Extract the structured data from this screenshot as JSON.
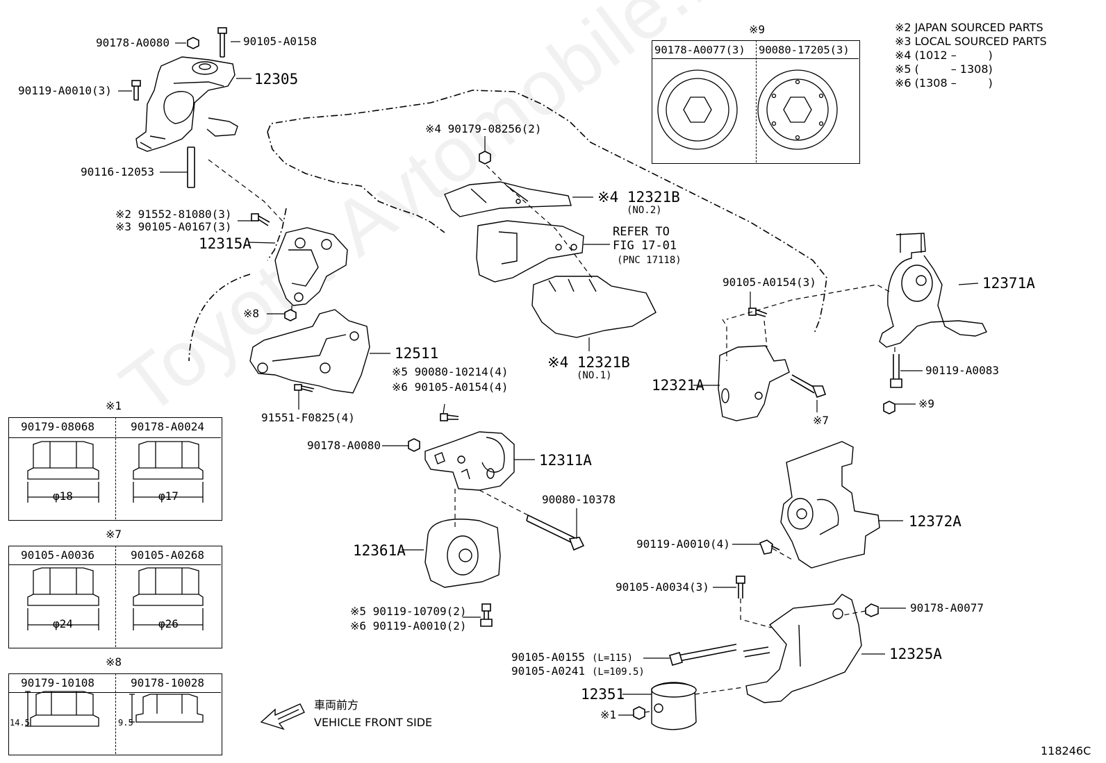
{
  "watermark": "Toyota-Avtomobile.ru",
  "figure_id": "118246C",
  "notes": [
    "※2 JAPAN SOURCED PARTS",
    "※3 LOCAL SOURCED PARTS",
    "※4 (1012 –         )",
    "※5 (         – 1308)",
    "※6 (1308 –         )"
  ],
  "front": {
    "jp": "車両前方",
    "en": "VEHICLE FRONT SIDE"
  },
  "labels": {
    "p90178A0080_top": "90178-A0080",
    "p90105A0158": "90105-A0158",
    "p12305": "12305",
    "p90119A0010_3": "90119-A0010(3)",
    "p90116_12053": "90116-12053",
    "p91552_81080": "※2 91552-81080(3)",
    "p90105A0167": "※3 90105-A0167(3)",
    "p12315A": "12315A",
    "m8": "※8",
    "p12511": "12511",
    "p91551F0825": "91551-F0825(4)",
    "p90179_08256": "※4 90179-08256(2)",
    "p12321B_no2": "※4 12321B",
    "p12321B_no2_sub": "(NO.2)",
    "refer1": "REFER TO",
    "refer2": "FIG 17-01",
    "refer3": "(PNC 17118)",
    "p12321B_no1": "※4 12321B",
    "p12321B_no1_sub": "(NO.1)",
    "p90080_10214": "※5 90080-10214(4)",
    "p90105A0154_4": "※6 90105-A0154(4)",
    "p90178A0080_mid": "90178-A0080",
    "p12311A": "12311A",
    "p90080_10378": "90080-10378",
    "p12361A": "12361A",
    "p90119_10709": "※5 90119-10709(2)",
    "p90119A0010_2": "※6 90119-A0010(2)",
    "p90105A0154_3": "90105-A0154(3)",
    "p12321A": "12321A",
    "m7": "※7",
    "p12371A": "12371A",
    "p90119A0083": "90119-A0083",
    "m9": "※9",
    "p12372A": "12372A",
    "p90119A0010_4": "90119-A0010(4)",
    "p90105A0034": "90105-A0034(3)",
    "p90178A0077": "90178-A0077",
    "p90105A0155": "90105-A0155",
    "p90105A0155_len": "(L=115)",
    "p90105A0241": "90105-A0241",
    "p90105A0241_len": "(L=109.5)",
    "p12325A": "12325A",
    "p12351": "12351",
    "m1": "※1"
  },
  "tables": {
    "t9": {
      "title": "※9",
      "parts": [
        "90178-A0077(3)",
        "90080-17205(3)"
      ]
    },
    "t1": {
      "title": "※1",
      "parts": [
        "90179-08068",
        "90178-A0024"
      ],
      "dims": [
        "φ18",
        "φ17"
      ]
    },
    "t7": {
      "title": "※7",
      "parts": [
        "90105-A0036",
        "90105-A0268"
      ],
      "dims": [
        "φ24",
        "φ26"
      ]
    },
    "t8": {
      "title": "※8",
      "parts": [
        "90179-10108",
        "90178-10028"
      ],
      "dims": [
        "14.5",
        "9.5"
      ]
    }
  }
}
